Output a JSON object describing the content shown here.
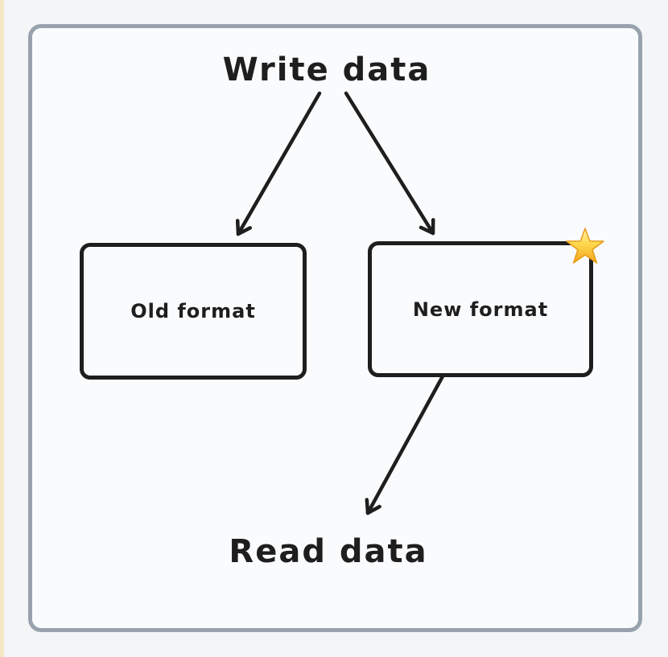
{
  "canvas": {
    "outer_bg": "#f3f5f7",
    "inner_bg": "#fafbfd",
    "frame_border_color": "#98a2ad",
    "left_strip_color": "#f7e7c7",
    "stroke_color": "#1e1e1e",
    "star_color": "#ffca28"
  },
  "diagram": {
    "source_label": "Write data",
    "sink_label": "Read data",
    "nodes": [
      {
        "id": "old-format",
        "label": "Old format"
      },
      {
        "id": "new-format",
        "label": "New format",
        "badge": "star-emoji"
      }
    ],
    "edges": [
      {
        "from": "write-data",
        "to": "old-format"
      },
      {
        "from": "write-data",
        "to": "new-format"
      },
      {
        "from": "new-format",
        "to": "read-data"
      }
    ]
  }
}
